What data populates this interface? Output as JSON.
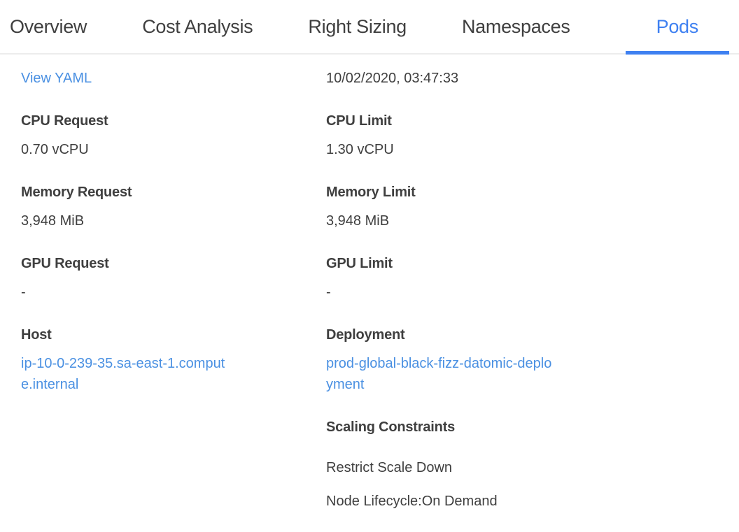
{
  "colors": {
    "link_blue": "#4a90e2",
    "active_tab_blue": "#3e80f1",
    "text_dark": "#3f3f3f",
    "divider_gray": "#ececec"
  },
  "tabs": {
    "active": "Pods",
    "items": [
      {
        "label": "Overview"
      },
      {
        "label": "Cost Analysis"
      },
      {
        "label": "Right Sizing"
      },
      {
        "label": "Namespaces"
      },
      {
        "label": "Pods"
      }
    ]
  },
  "header": {
    "view_yaml": "View YAML",
    "timestamp": "10/02/2020, 03:47:33"
  },
  "fields": {
    "left": [
      {
        "label": "CPU Request",
        "value": "0.70 vCPU"
      },
      {
        "label": "Memory Request",
        "value": "3,948 MiB"
      },
      {
        "label": "GPU Request",
        "value": "-"
      },
      {
        "label": "Host",
        "value": "ip-10-0-239-35.sa-east-1.compute.internal"
      }
    ],
    "right": [
      {
        "label": "CPU Limit",
        "value": "1.30 vCPU"
      },
      {
        "label": "Memory Limit",
        "value": "3,948 MiB"
      },
      {
        "label": "GPU Limit",
        "value": "-"
      },
      {
        "label": "Deployment",
        "value": "prod-global-black-fizz-datomic-deployment"
      }
    ]
  },
  "scaling": {
    "label": "Scaling Constraints",
    "items": [
      "Restrict Scale Down",
      "Node Lifecycle:On Demand"
    ]
  }
}
